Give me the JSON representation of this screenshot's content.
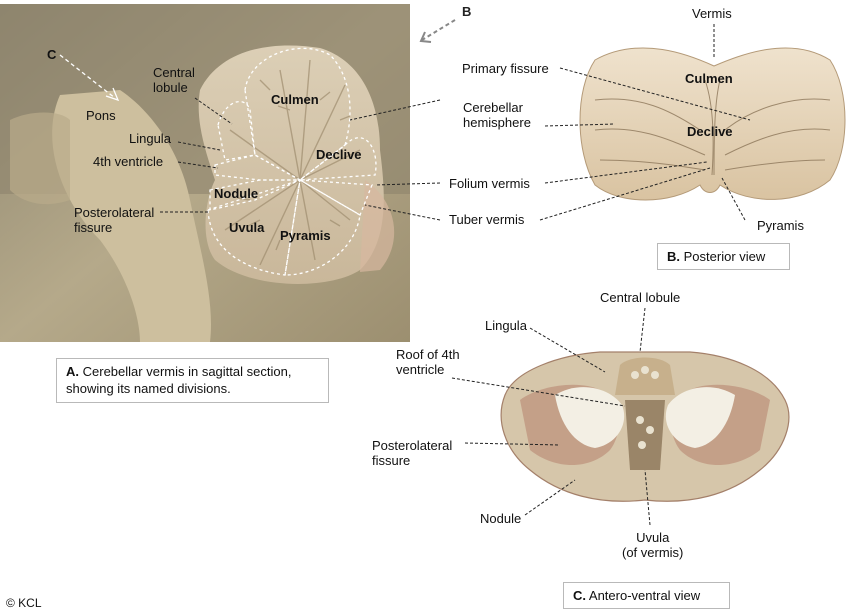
{
  "panel_a": {
    "labels": {
      "c_marker": "C",
      "central_lobule": "Central\nlobule",
      "culmen": "Culmen",
      "pons": "Pons",
      "lingula": "Lingula",
      "declive": "Declive",
      "fourth_ventricle": "4th ventricle",
      "nodule": "Nodule",
      "posterolateral_fissure": "Posterolateral\nfissure",
      "uvula": "Uvula",
      "pyramis": "Pyramis"
    },
    "caption": {
      "letter": "A.",
      "text": "Cerebellar vermis in sagittal section,\nshowing its named divisions."
    }
  },
  "panel_b": {
    "labels": {
      "b_marker": "B",
      "vermis": "Vermis",
      "culmen": "Culmen",
      "declive": "Declive",
      "pyramis": "Pyramis"
    },
    "caption": {
      "letter": "B.",
      "text": "Posterior view"
    }
  },
  "shared_labels": {
    "primary_fissure": "Primary fissure",
    "cerebellar_hemisphere": "Cerebellar\nhemisphere",
    "folium_vermis": "Folium vermis",
    "tuber_vermis": "Tuber vermis"
  },
  "panel_c": {
    "labels": {
      "central_lobule": "Central lobule",
      "lingula": "Lingula",
      "roof_4th_ventricle": "Roof of 4th\nventricle",
      "posterolateral_fissure": "Posterolateral\nfissure",
      "nodule": "Nodule",
      "uvula": "Uvula\n(of vermis)"
    },
    "caption": {
      "letter": "C.",
      "text": "Antero-ventral view"
    }
  },
  "copyright": "© KCL"
}
